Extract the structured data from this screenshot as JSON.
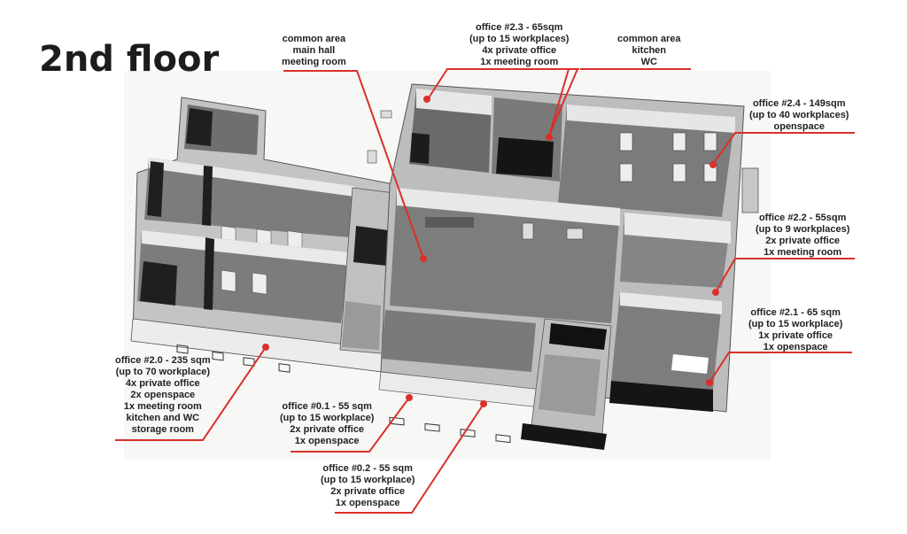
{
  "title": "2nd floor",
  "colors": {
    "accent": "#d9302b",
    "wall": "#bdbdbd",
    "floor": "#7a7a7a",
    "dark": "#1f1f1f"
  },
  "labels": {
    "common_main": {
      "lines": [
        "common area",
        "main hall",
        "meeting room"
      ]
    },
    "office_2_3": {
      "lines": [
        "office #2.3 - 65sqm",
        "(up to 15 workplaces)",
        "4x private office",
        "1x meeting room"
      ]
    },
    "common_kitchen": {
      "lines": [
        "common area",
        "kitchen",
        "WC"
      ]
    },
    "office_2_4": {
      "lines": [
        "office #2.4 - 149sqm",
        "(up to 40 workplaces)",
        "openspace"
      ]
    },
    "office_2_2": {
      "lines": [
        "office #2.2 - 55sqm",
        "(up to 9 workplaces)",
        "2x private office",
        "1x meeting room"
      ]
    },
    "office_2_1": {
      "lines": [
        "office #2.1 - 65 sqm",
        "(up to 15 workplace)",
        "1x private office",
        "1x openspace"
      ]
    },
    "office_2_0": {
      "lines": [
        "office #2.0 - 235 sqm",
        "(up to 70 workplace)",
        "4x private office",
        "2x openspace",
        "1x meeting room",
        "kitchen and WC",
        "storage room"
      ]
    },
    "office_0_1": {
      "lines": [
        "office #0.1 - 55 sqm",
        "(up to 15 workplace)",
        "2x private office",
        "1x openspace"
      ]
    },
    "office_0_2": {
      "lines": [
        "office #0.2 - 55 sqm",
        "(up to 15 workplace)",
        "2x private office",
        "1x openspace"
      ]
    }
  }
}
